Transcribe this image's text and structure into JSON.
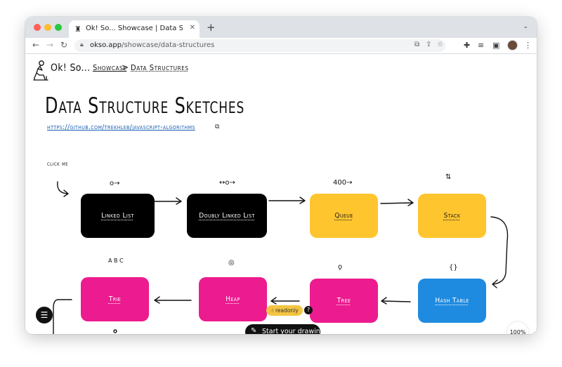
{
  "browser": {
    "tab_title": "Ok! So... Showcase | Data Structures",
    "url_domain": "okso.app",
    "url_path": "/showcase/data-structures",
    "favicon": "statue-icon"
  },
  "site": {
    "logo_text": "Ok! So...",
    "breadcrumb_parent": "Showcase",
    "breadcrumb_separator": ">",
    "breadcrumb_current": "Data Structures"
  },
  "page": {
    "title": "Data Structure Sketches",
    "repo_link": "https://github.com/trekhleb/javascript-algorithms"
  },
  "diagram": {
    "click_hint": "click me",
    "nodes": [
      {
        "label": "Linked List",
        "color": "#000000",
        "glyph": "o→"
      },
      {
        "label": "Doubly Linked List",
        "color": "#000000",
        "glyph": "↔o→"
      },
      {
        "label": "Queue",
        "color": "#ffc52f",
        "glyph": "400→"
      },
      {
        "label": "Stack",
        "color": "#ffc52f",
        "glyph": "⇅"
      },
      {
        "label": "Hash Table",
        "color": "#1f8be0",
        "glyph": "{}"
      },
      {
        "label": "Tree",
        "color": "#ec1b8f",
        "glyph": "ǫ"
      },
      {
        "label": "Heap",
        "color": "#ec1b8f",
        "glyph": "◎"
      },
      {
        "label": "Trie",
        "color": "#ec1b8f",
        "glyph": "A B C"
      }
    ]
  },
  "controls": {
    "readonly_badge": "readonly",
    "help": "?",
    "start_drawing": "Start your drawing",
    "zoom": "100%"
  }
}
